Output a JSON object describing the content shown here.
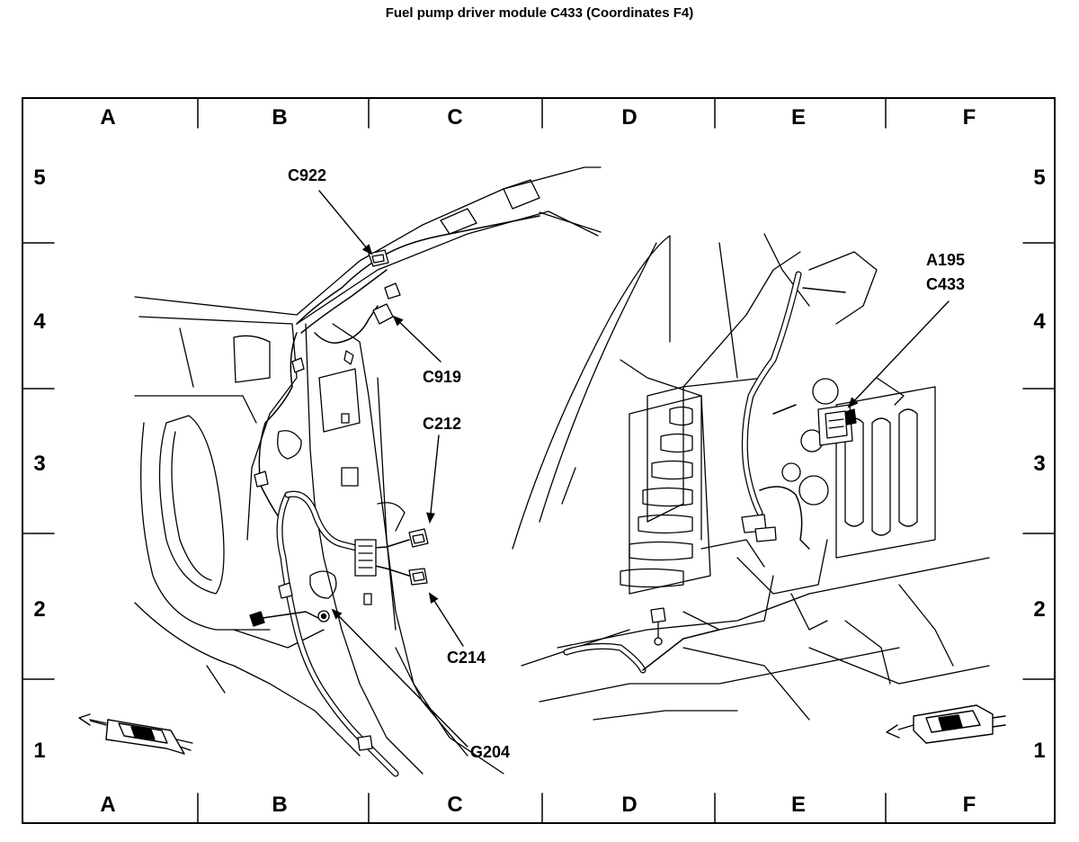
{
  "title": "Fuel pump driver module C433 (Coordinates  F4)",
  "grid": {
    "columns": [
      "A",
      "B",
      "C",
      "D",
      "E",
      "F"
    ],
    "rows": [
      "5",
      "4",
      "3",
      "2",
      "1"
    ]
  },
  "callouts": {
    "c922": "C922",
    "c919": "C919",
    "c212": "C212",
    "c214": "C214",
    "g204": "G204",
    "a195": "A195",
    "c433": "C433"
  }
}
